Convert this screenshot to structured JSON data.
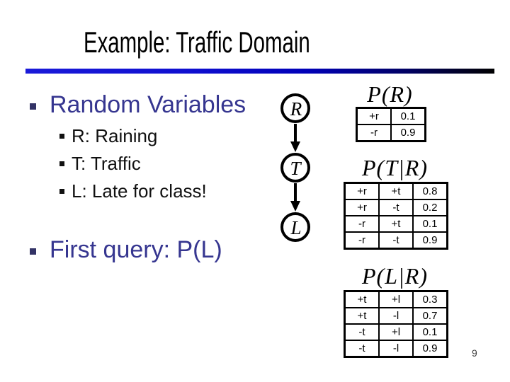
{
  "slide": {
    "title": "Example: Traffic Domain",
    "page_number": "9"
  },
  "bullets": {
    "main1": "Random Variables",
    "sub": [
      "R: Raining",
      "T: Traffic",
      "L: Late for class!"
    ],
    "main2": "First query: P(L)"
  },
  "network": {
    "nodes": [
      "R",
      "T",
      "L"
    ],
    "edges": [
      [
        "R",
        "T"
      ],
      [
        "T",
        "L"
      ]
    ]
  },
  "tables": [
    {
      "formula": "P(R)",
      "rows": [
        [
          "+r",
          "0.1"
        ],
        [
          "-r",
          "0.9"
        ]
      ]
    },
    {
      "formula": "P(T|R)",
      "rows": [
        [
          "+r",
          "+t",
          "0.8"
        ],
        [
          "+r",
          "-t",
          "0.2"
        ],
        [
          "-r",
          "+t",
          "0.1"
        ],
        [
          "-r",
          "-t",
          "0.9"
        ]
      ]
    },
    {
      "formula": "P(L|R)",
      "rows": [
        [
          "+t",
          "+l",
          "0.3"
        ],
        [
          "+t",
          "-l",
          "0.7"
        ],
        [
          "-t",
          "+l",
          "0.1"
        ],
        [
          "-t",
          "-l",
          "0.9"
        ]
      ]
    }
  ],
  "colors": {
    "accent_text": "#363690",
    "rule_blue": "#1a1ad9",
    "black": "#000000"
  }
}
